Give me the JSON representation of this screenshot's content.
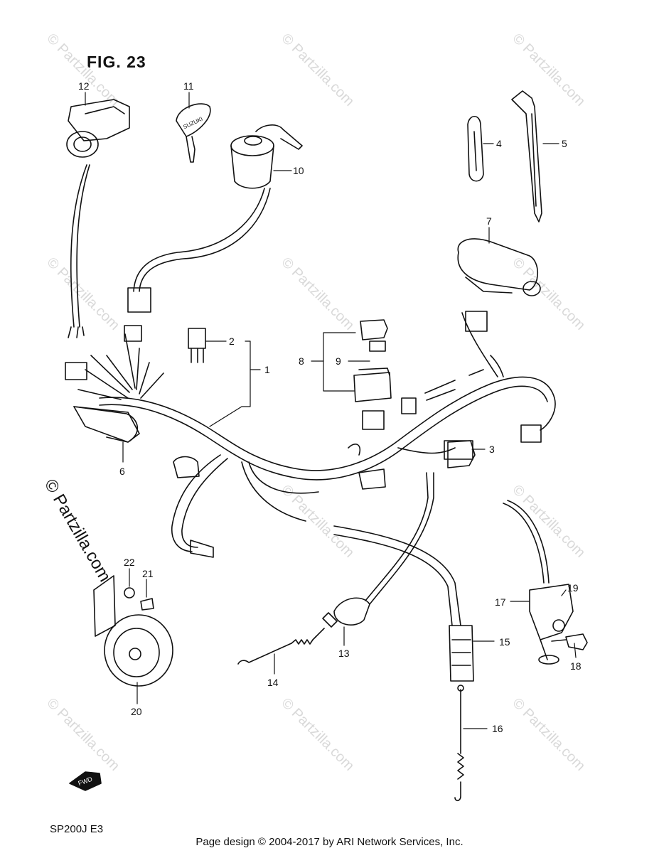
{
  "figure": {
    "title": "FIG. 23",
    "model_code": "SP200J  E3",
    "footer": "Page design © 2004-2017 by ARI Network Services, Inc.",
    "watermark": "© Partzilla.com",
    "side_watermark": "© Partzilla.com",
    "fwd_label": "FWD",
    "key_brand": "SUZUKI"
  },
  "callouts": [
    "1",
    "2",
    "3",
    "4",
    "5",
    "6",
    "7",
    "8",
    "9",
    "10",
    "11",
    "12",
    "13",
    "14",
    "15",
    "16",
    "17",
    "18",
    "19",
    "20",
    "21",
    "22"
  ],
  "parts": [
    {
      "ref": "1",
      "name": "wiring-harness-icon"
    },
    {
      "ref": "2",
      "name": "relay-icon"
    },
    {
      "ref": "3",
      "name": "switch-connector-icon"
    },
    {
      "ref": "4",
      "name": "wire-clamp-icon"
    },
    {
      "ref": "5",
      "name": "cable-tie-icon"
    },
    {
      "ref": "6",
      "name": "bracket-icon"
    },
    {
      "ref": "7",
      "name": "ignition-coil-icon"
    },
    {
      "ref": "8",
      "name": "fuse-box-icon"
    },
    {
      "ref": "9",
      "name": "fuse-icon"
    },
    {
      "ref": "10",
      "name": "ignition-switch-icon"
    },
    {
      "ref": "11",
      "name": "key-icon"
    },
    {
      "ref": "12",
      "name": "handlebar-switch-icon"
    },
    {
      "ref": "13",
      "name": "brake-light-switch-icon"
    },
    {
      "ref": "14",
      "name": "spring-rod-icon"
    },
    {
      "ref": "15",
      "name": "stop-switch-icon"
    },
    {
      "ref": "16",
      "name": "switch-spring-icon"
    },
    {
      "ref": "17",
      "name": "neutral-switch-icon"
    },
    {
      "ref": "18",
      "name": "bolt-icon"
    },
    {
      "ref": "19",
      "name": "washer-icon"
    },
    {
      "ref": "20",
      "name": "horn-icon"
    },
    {
      "ref": "21",
      "name": "horn-bolt-icon"
    },
    {
      "ref": "22",
      "name": "horn-washer-icon"
    }
  ]
}
